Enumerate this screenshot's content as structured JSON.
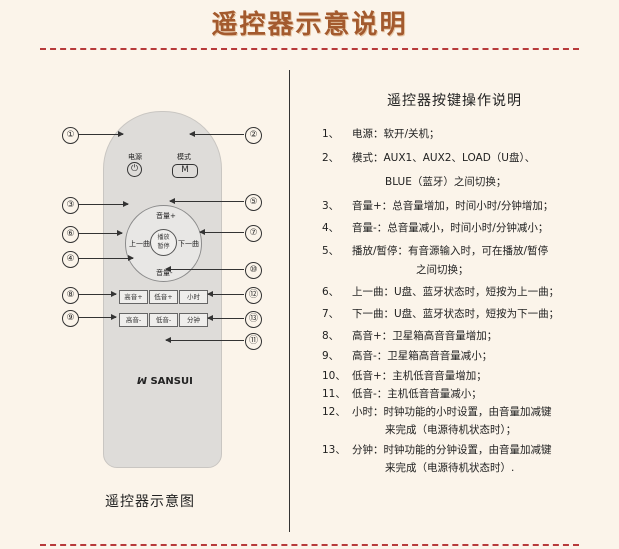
{
  "header": {
    "title": "遥控器示意说明"
  },
  "remote": {
    "power_label": "电源",
    "mode_label": "模式",
    "mode_button": "M",
    "vol_up": "音量+",
    "vol_down": "音量-",
    "prev": "上一曲",
    "next": "下一曲",
    "play_line1": "播放",
    "play_line2": "暂停",
    "treble_up": "高音+",
    "bass_up": "低音+",
    "hour": "小时",
    "treble_down": "高音-",
    "bass_down": "低音-",
    "minute": "分钟",
    "brand": "SANSUI",
    "caption": "遥控器示意图"
  },
  "callouts": [
    "①",
    "②",
    "③",
    "④",
    "⑤",
    "⑥",
    "⑦",
    "⑧",
    "⑨",
    "⑩",
    "⑪",
    "⑫",
    "⑬"
  ],
  "instructions": {
    "title": "遥控器按键操作说明",
    "items": [
      {
        "num": "1、",
        "text": "电源：软开/关机；"
      },
      {
        "num": "2、",
        "text": "模式：AUX1、AUX2、LOAD（U盘）、",
        "cont": "BLUE（蓝牙）之间切换；"
      },
      {
        "num": "3、",
        "text": "音量+：总音量增加，时间小时/分钟增加；"
      },
      {
        "num": "4、",
        "text": "音量-：总音量减小，时间小时/分钟减小；"
      },
      {
        "num": "5、",
        "text": "播放/暂停：有音源输入时，可在播放/暂停",
        "cont": "之间切换；"
      },
      {
        "num": "6、",
        "text": "上一曲：U盘、蓝牙状态时，短按为上一曲；"
      },
      {
        "num": "7、",
        "text": "下一曲：U盘、蓝牙状态时，短按为下一曲；"
      },
      {
        "num": "8、",
        "text": "高音+：卫星箱高音音量增加；"
      },
      {
        "num": "9、",
        "text": "高音-：卫星箱高音音量减小；"
      },
      {
        "num": "10、",
        "text": "低音+：主机低音音量增加；"
      },
      {
        "num": "11、",
        "text": "低音-：主机低音音量减小；"
      },
      {
        "num": "12、",
        "text": "小时：时钟功能的小时设置，由音量加减键",
        "cont": "来完成（电源待机状态时）；"
      },
      {
        "num": "13、",
        "text": "分钟：时钟功能的分钟设置，由音量加减键",
        "cont": "来完成（电源待机状态时）."
      }
    ]
  }
}
